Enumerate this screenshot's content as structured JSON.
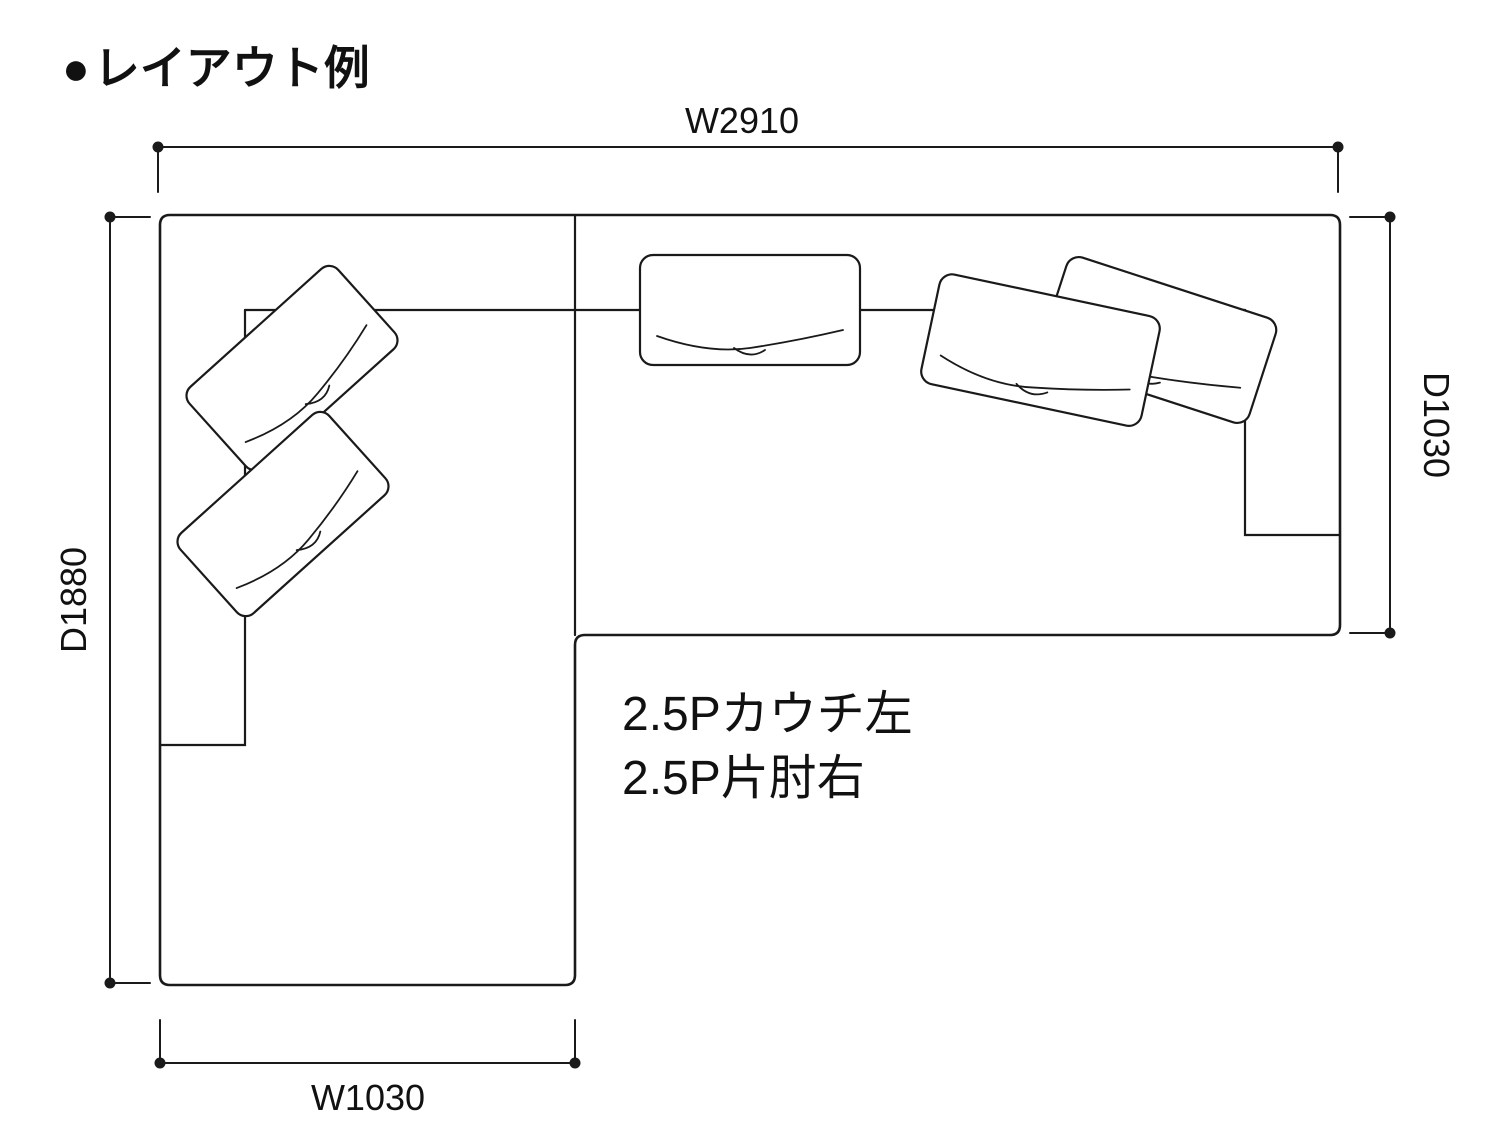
{
  "page": {
    "title_bullet": "●",
    "title_text": "レイアウト例"
  },
  "diagram": {
    "caption": {
      "line1": "2.5Pカウチ左",
      "line2": "2.5P片肘右"
    },
    "dimensions": {
      "top_width": "W2910",
      "left_depth": "D1880",
      "right_depth": "D1030",
      "bottom_width": "W1030",
      "top_width_mm": 2910,
      "left_depth_mm": 1880,
      "right_depth_mm": 1030,
      "bottom_width_mm": 1030
    },
    "colors": {
      "line": "#1a1a1a",
      "background": "#ffffff"
    }
  }
}
